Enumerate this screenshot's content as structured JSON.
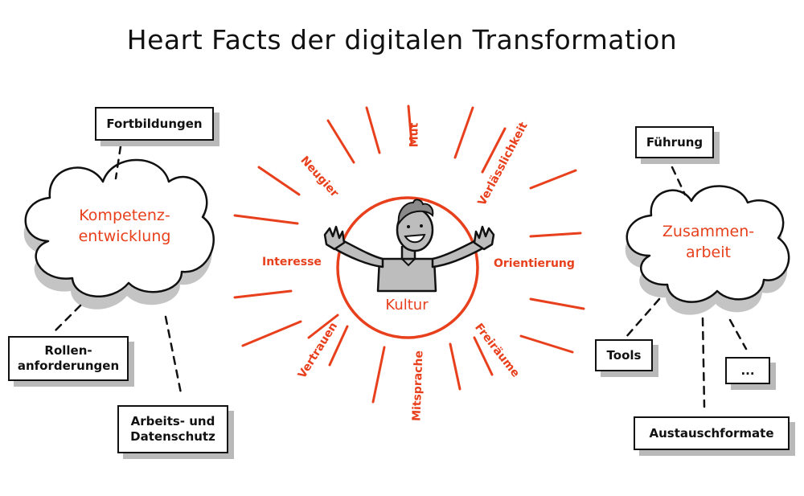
{
  "title": "Heart Facts der digitalen Transformation",
  "left_cluster": {
    "cloud_label": [
      "Kompetenz-",
      "entwicklung"
    ],
    "boxes": {
      "fortbildungen": "Fortbildungen",
      "rollen": [
        "Rollen-",
        "anforderungen"
      ],
      "arbeits": [
        "Arbeits- und",
        "Datenschutz"
      ]
    }
  },
  "center": {
    "core_label": "Kultur",
    "values": {
      "mut": "Mut",
      "verlaesslichkeit": "Verlässlichkeit",
      "neugier": "Neugier",
      "interesse": "Interesse",
      "orientierung": "Orientierung",
      "vertrauen": "Vertrauen",
      "mitsprache": "Mitsprache",
      "freiraeume": "Freiräume"
    }
  },
  "right_cluster": {
    "cloud_label": [
      "Zusammen-",
      "arbeit"
    ],
    "boxes": {
      "fuehrung": "Führung",
      "tools": "Tools",
      "more": "...",
      "austausch": "Austauschformate"
    }
  },
  "colors": {
    "accent": "#e8401c",
    "ink": "#111111",
    "shadow": "#b9b9b9"
  }
}
